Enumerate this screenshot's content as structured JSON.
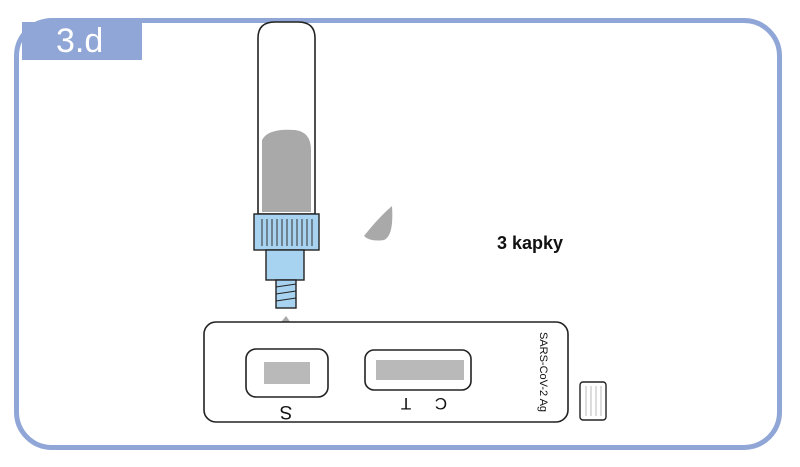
{
  "step_label": "3.d",
  "instruction": "3 kapky",
  "cassette": {
    "brand": "SARS-CoV-2 Ag",
    "sample_well_label": "S",
    "control_label": "C",
    "test_label": "T"
  },
  "colors": {
    "frame": "#8fa6d6",
    "liquid": "#a9a9a9",
    "cap": "#a8d3f0"
  }
}
